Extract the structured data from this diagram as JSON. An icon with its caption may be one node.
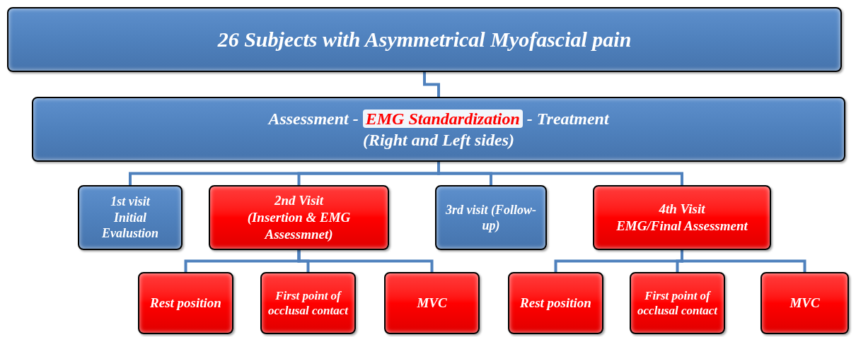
{
  "diagram": {
    "nodes": [
      {
        "text": [
          "26 Subjects with Asymmetrical Myofascial pain"
        ]
      },
      {
        "text": [
          "Assessment - *EMG Standardization* - Treatment",
          "(Right and Left sides)"
        ]
      },
      {
        "text": [
          "1st visit",
          "Initial Evalustion"
        ]
      },
      {
        "text": [
          "2nd Visit",
          "(Insertion & EMG Assessmnet)"
        ]
      },
      {
        "text": [
          "3rd visit (Follow-up)"
        ]
      },
      {
        "text": [
          "4th Visit",
          "EMG/Final Assessment"
        ]
      },
      {
        "text": [
          "Rest position"
        ]
      },
      {
        "text": [
          "First point of occlusal contact"
        ]
      },
      {
        "text": [
          "MVC"
        ]
      },
      {
        "text": [
          "Rest position"
        ]
      },
      {
        "text": [
          "First point of occlusal contact"
        ]
      },
      {
        "text": [
          "MVC"
        ]
      }
    ],
    "edges": [
      {
        "from": 0,
        "to": 1,
        "arrow": "none"
      },
      {
        "from": 1,
        "to": 2,
        "arrow": "none"
      },
      {
        "from": 1,
        "to": 3,
        "arrow": "none"
      },
      {
        "from": 1,
        "to": 4,
        "arrow": "none"
      },
      {
        "from": 1,
        "to": 5,
        "arrow": "none"
      },
      {
        "from": 3,
        "to": 6,
        "arrow": "none"
      },
      {
        "from": 3,
        "to": 7,
        "arrow": "none"
      },
      {
        "from": 3,
        "to": 8,
        "arrow": "none"
      },
      {
        "from": 5,
        "to": 9,
        "arrow": "none"
      },
      {
        "from": 5,
        "to": 10,
        "arrow": "none"
      },
      {
        "from": 5,
        "to": 11,
        "arrow": "none"
      }
    ]
  }
}
